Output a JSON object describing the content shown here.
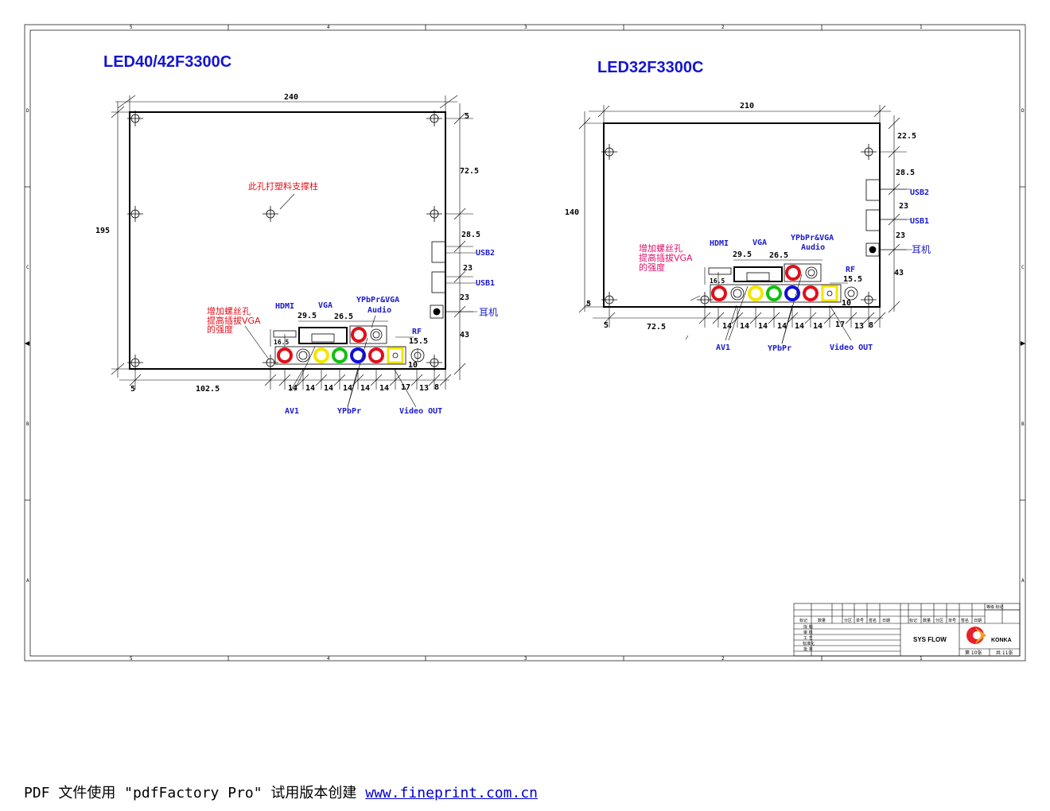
{
  "frame": {
    "col_labels": [
      "5",
      "4",
      "3",
      "2",
      "1"
    ],
    "row_labels": [
      "D",
      "C",
      "B",
      "A"
    ]
  },
  "left": {
    "title": "LED40/42F3300C",
    "dims": {
      "width": "240",
      "height": "195",
      "top5": "5",
      "d72": "72.5",
      "d28": "28.5",
      "d23a": "23",
      "d23b": "23",
      "d43": "43",
      "bot5": "5",
      "d102": "102.5",
      "d29": "29.5",
      "d26": "26.5",
      "d16": "16.5",
      "d15": "15.5",
      "d10": "10",
      "pitch": [
        "14",
        "14",
        "14",
        "14",
        "14",
        "14",
        "17",
        "13",
        "8"
      ]
    },
    "labels": {
      "support": "此孔打塑料支撑柱",
      "screw_note": [
        "增加螺丝孔",
        "提高插拔VGA",
        "的强度"
      ],
      "hdmi": "HDMI",
      "vga": "VGA",
      "ypbpr_vga": "YPbPr&VGA",
      "audio": "Audio",
      "rf": "RF",
      "usb2": "USB2",
      "usb1": "USB1",
      "earphone": "耳机",
      "av1": "AV1",
      "ypbpr": "YPbPr",
      "video_out": "Video OUT"
    }
  },
  "right": {
    "title": "LED32F3300C",
    "dims": {
      "width": "210",
      "height": "140",
      "d22": "22.5",
      "d28": "28.5",
      "d23a": "23",
      "d23b": "23",
      "d43": "43",
      "left5": "5",
      "bot5": "5",
      "d72": "72.5",
      "d29": "29.5",
      "d26": "26.5",
      "d16": "16.5",
      "d15": "15.5",
      "d10": "10",
      "pitch": [
        "14",
        "14",
        "14",
        "14",
        "14",
        "14",
        "17",
        "13",
        "8"
      ]
    },
    "labels": {
      "screw_note": [
        "增加螺丝孔",
        "提高插拔VGA",
        "的强度"
      ],
      "hdmi": "HDMI",
      "vga": "VGA",
      "ypbpr_vga": "YPbPr&VGA",
      "audio": "Audio",
      "rf": "RF",
      "usb2": "USB2",
      "usb1": "USB1",
      "earphone": "耳机",
      "av1": "AV1",
      "ypbpr": "YPbPr",
      "video_out": "Video OUT"
    }
  },
  "title_block": {
    "header_right": "等级 标记",
    "row_labels": [
      "标记",
      "数量",
      "分区",
      "单号",
      "签名",
      "日期",
      "标记",
      "数量",
      "分区",
      "单号",
      "签名",
      "日期"
    ],
    "roles": [
      "拟 制",
      "审 核",
      "工 艺",
      "标准化",
      "批 准"
    ],
    "name": "SYS FLOW",
    "company": "KONKA",
    "sheet_no": "第 10张",
    "sheet_total": "共 11张"
  },
  "footer": {
    "text": "PDF 文件使用 \"pdfFactory Pro\" 试用版本创建 ",
    "link": "www.fineprint.com.cn"
  },
  "colors": {
    "red": "#e0101a",
    "yellow": "#f2e600",
    "green": "#10c010",
    "blue": "#1010d8",
    "label_blue": "#1a1acc",
    "title_blue": "#1515d0",
    "pink": "#e0106e"
  }
}
